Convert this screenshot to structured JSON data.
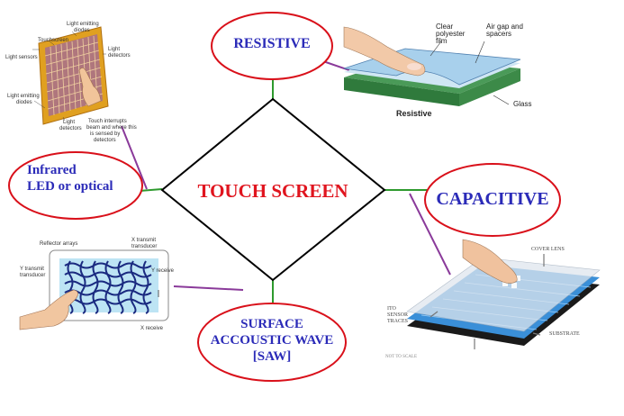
{
  "diagram": {
    "center_label": "TOUCH SCREEN",
    "nodes": {
      "resistive": "RESISTIVE",
      "infrared": [
        "Infrared",
        "LED or optical"
      ],
      "capacitive": "CAPACITIVE",
      "saw": [
        "SURFACE",
        "ACCOUSTIC WAVE",
        "[SAW]"
      ]
    }
  },
  "images": {
    "infrared": {
      "labels": [
        "Light emitting",
        "diodes",
        "Touchscreen",
        "Light sensors",
        "Light emitting",
        "diodes",
        "Light",
        "detectors",
        "Light",
        "detectors",
        "Touch interrupts",
        "beam and where this",
        "is sensed by",
        "detectors"
      ]
    },
    "resistive": {
      "labels": [
        "Clear",
        "polyester",
        "film",
        "Air gap and",
        "spacers",
        "Glass",
        "Resistive"
      ]
    },
    "saw": {
      "labels": [
        "Reflector arrays",
        "X transmit",
        "transducer",
        "Y transmit",
        "transducer",
        "Y receive",
        "X receive"
      ]
    },
    "capacitive": {
      "labels": [
        "COVER LENS",
        "ITO",
        "SENSOR",
        "TRACES",
        "SUBSTRATE",
        "NOT TO SCALE"
      ]
    }
  },
  "colors": {
    "ellipse_stroke": "#d9101a",
    "node_text": "#2b2bb8",
    "center_text": "#e0141e",
    "connector_green": "#2e9a2e",
    "connector_purple": "#8a3a9a"
  }
}
